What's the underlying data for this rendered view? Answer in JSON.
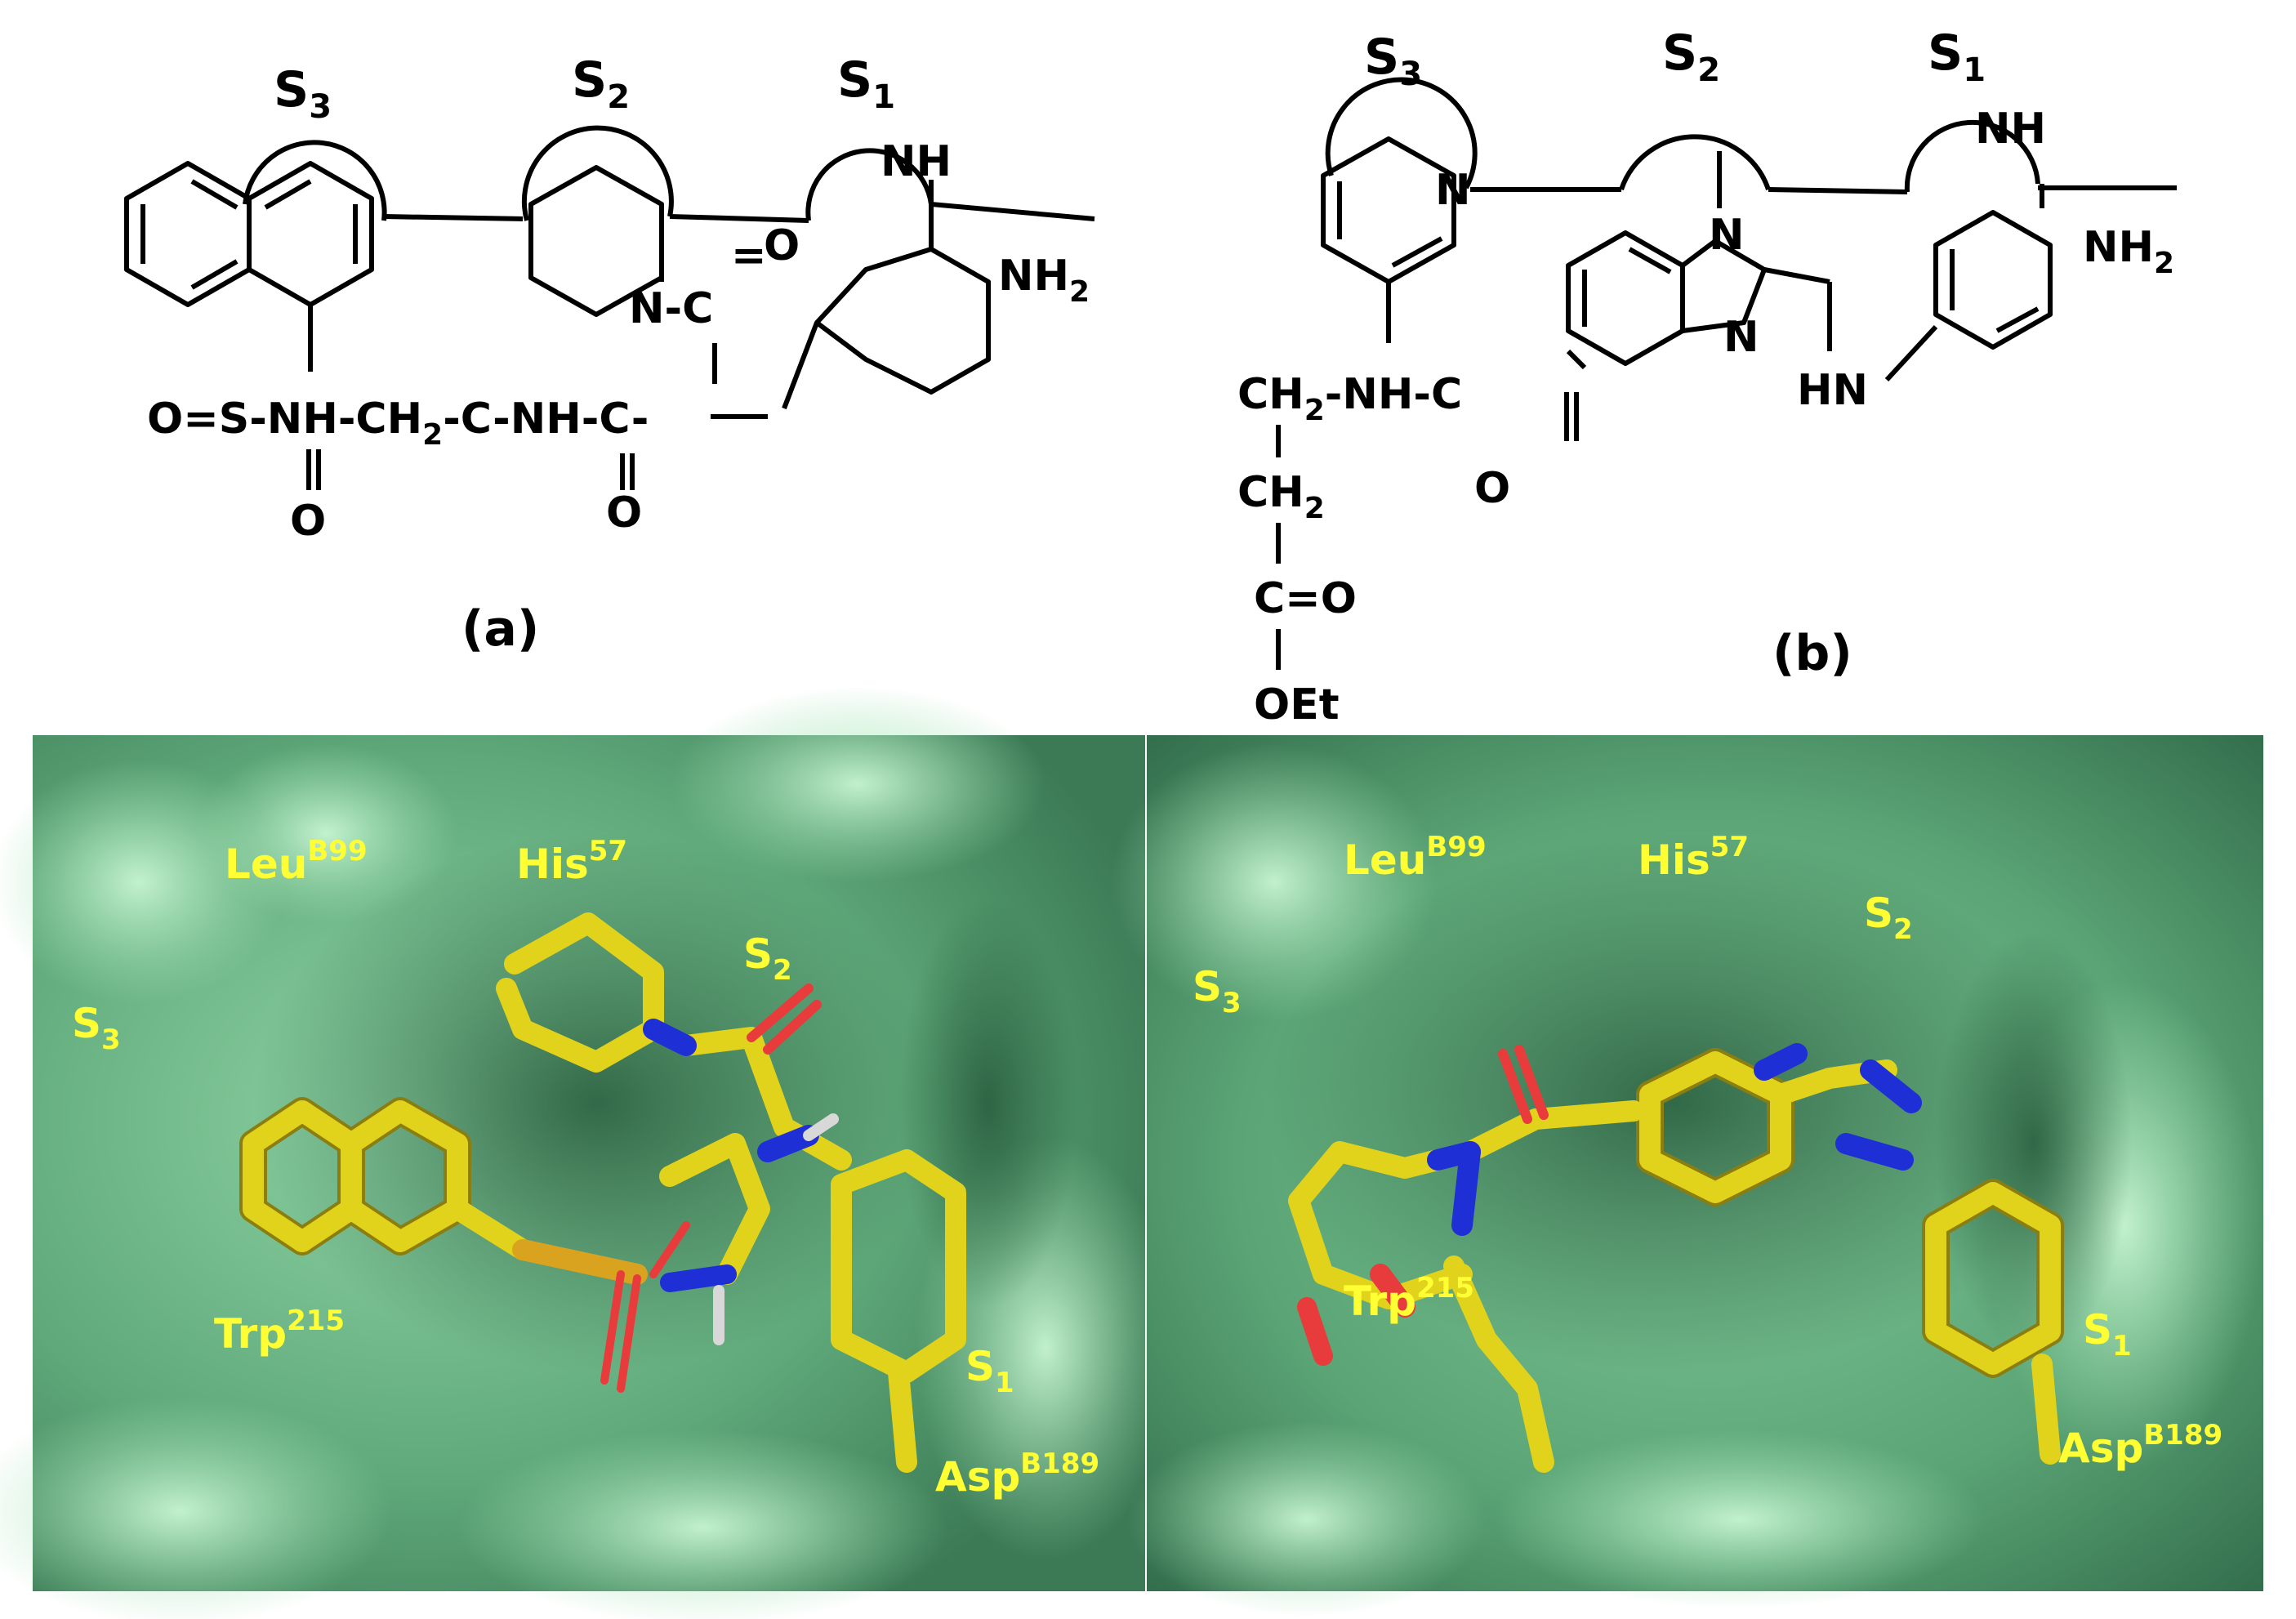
{
  "colors": {
    "ink": "#000000",
    "label_yellow": "#ffff33",
    "surface_green": "#5fa97a",
    "surface_light": "#9fe0b0",
    "surface_dark": "#2e6a45",
    "carbon": "#e1d21c",
    "nitrogen": "#1f2fd6",
    "oxygen": "#e83b3b",
    "sulfur": "#d9a320",
    "hydrogen": "#d8d8d8"
  },
  "top_panels": [
    {
      "caption": "(a)",
      "sites": [
        {
          "main": "S",
          "sub": "3"
        },
        {
          "main": "S",
          "sub": "2"
        },
        {
          "main": "S",
          "sub": "1"
        }
      ],
      "atoms": {
        "nh": "NH",
        "nh2": "NH",
        "nh2_sub": "2",
        "n_co": "N-C",
        "eq": "=",
        "o_top": "O",
        "chain": "O=S-NH-CH",
        "chain_sub": "2",
        "chain2": "-C-NH-C",
        "dash": "-",
        "o1": "O",
        "o2": "O"
      }
    },
    {
      "caption": "(b)",
      "sites": [
        {
          "main": "S",
          "sub": "3"
        },
        {
          "main": "S",
          "sub": "2"
        },
        {
          "main": "S",
          "sub": "1"
        }
      ],
      "atoms": {
        "n_pyr": "N",
        "n1": "N",
        "n2": "N",
        "nh": "NH",
        "nh2": "NH",
        "nh2_sub": "2",
        "hn": "HN",
        "ch2a": "CH",
        "ch2a_sub": "2",
        "nhc": "-NH-C",
        "ch2b": "CH",
        "ch2b_sub": "2",
        "co": "C=O",
        "oet": "OEt",
        "o_amide": "O"
      }
    }
  ],
  "bottom_panels": [
    {
      "labels": [
        {
          "main": "Leu",
          "sup": "B99"
        },
        {
          "main": "His",
          "sup": "57"
        },
        {
          "main": "S",
          "sub": "2"
        },
        {
          "main": "S",
          "sub": "3"
        },
        {
          "main": "Trp",
          "sup": "215"
        },
        {
          "main": "S",
          "sub": "1"
        },
        {
          "main": "Asp",
          "sup": "B189"
        }
      ]
    },
    {
      "labels": [
        {
          "main": "Leu",
          "sup": "B99"
        },
        {
          "main": "His",
          "sup": "57"
        },
        {
          "main": "S",
          "sub": "2"
        },
        {
          "main": "S",
          "sub": "3"
        },
        {
          "main": "Trp",
          "sup": "215"
        },
        {
          "main": "S",
          "sub": "1"
        },
        {
          "main": "Asp",
          "sup": "B189"
        }
      ]
    }
  ]
}
